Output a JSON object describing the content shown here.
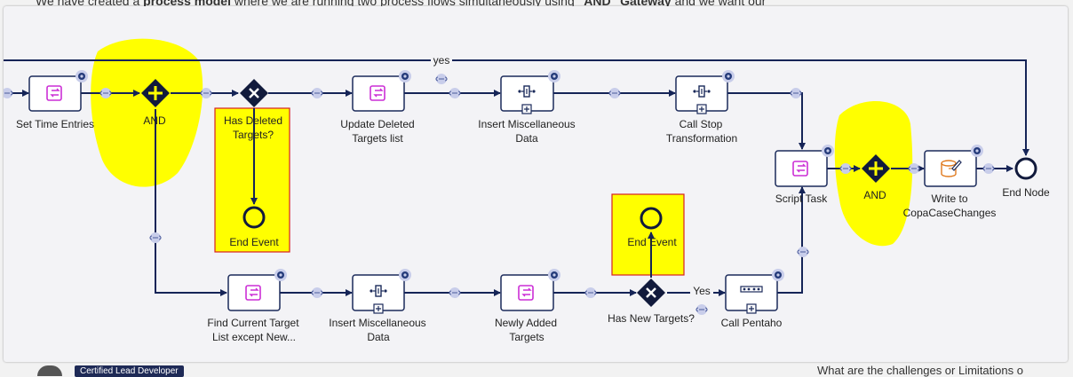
{
  "background": {
    "top_text_1": "We have created a ",
    "top_text_bold_1": "process model",
    "top_text_2": " where we are running two process flows simultaneously using ",
    "top_text_bold_2": "\"AND\" Gateway",
    "top_text_3": " and we want our",
    "badge": "Certified Lead Developer",
    "right_text": "What are the challenges or Limitations o"
  },
  "colors": {
    "flow": "#152457",
    "task_border": "#1b2a5a",
    "task_icon": "#cc2fd6",
    "highlight_yellow": "#ffff00",
    "highlight_border": "#d62020",
    "connector_dot": "#c8cdea"
  },
  "diagram": {
    "labels": {
      "yes_top": "yes",
      "set_time_entries": "Set Time Entries",
      "and_left": "AND",
      "has_deleted_l1": "Has Deleted",
      "has_deleted_l2": "Targets?",
      "end_event_1": "End Event",
      "update_deleted_l1": "Update Deleted",
      "update_deleted_l2": "Targets list",
      "insert_misc_top_l1": "Insert Miscellaneous",
      "insert_misc_top_l2": "Data",
      "call_stop_l1": "Call Stop",
      "call_stop_l2": "Transformation",
      "script_task": "Script Task",
      "and_right": "AND",
      "write_to_l1": "Write to",
      "write_to_l2": "CopaCaseChanges",
      "end_node": "End Node",
      "find_current_l1": "Find Current Target",
      "find_current_l2": "List except New...",
      "insert_misc_bottom_l1": "Insert Miscellaneous",
      "insert_misc_bottom_l2": "Data",
      "newly_added_l1": "Newly Added",
      "newly_added_l2": "Targets",
      "has_new_targets": "Has New Targets?",
      "end_event_2": "End Event",
      "yes_bottom": "Yes",
      "call_pentaho": "Call Pentaho"
    }
  }
}
